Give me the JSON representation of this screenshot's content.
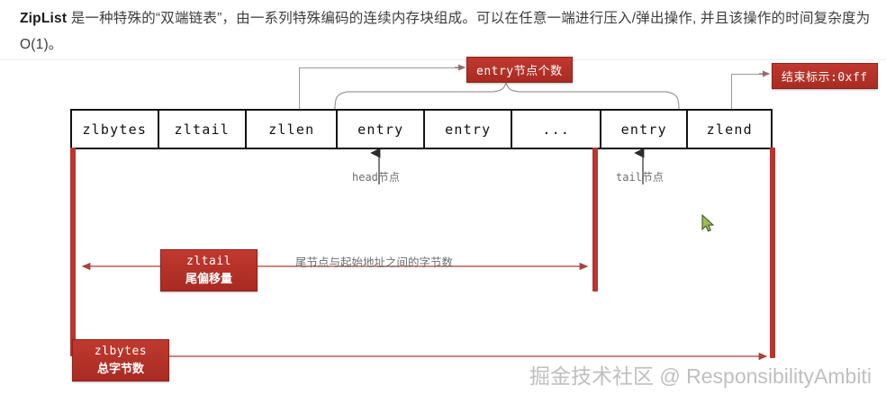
{
  "intro": {
    "bold_lead": "ZipList",
    "text": " 是一种特殊的“双端链表”，由一系列特殊编码的连续内存块组成。可以在任意一端进行压入/弹出操作, 并且该操作的时间复杂度为 O(1)。"
  },
  "diagram": {
    "cells": [
      {
        "label": "zlbytes",
        "width": 97
      },
      {
        "label": "zltail",
        "width": 98
      },
      {
        "label": "zllen",
        "width": 102
      },
      {
        "label": "entry",
        "width": 97
      },
      {
        "label": "entry",
        "width": 98
      },
      {
        "label": "...",
        "width": 99
      },
      {
        "label": "entry",
        "width": 97
      },
      {
        "label": "zlend",
        "width": 92
      }
    ],
    "callouts": {
      "entry_count": "entry节点个数",
      "end_marker": "结束标示:0xff",
      "zltail_line1": "zltail",
      "zltail_line2": "尾偏移量",
      "zlbytes_line1": "zlbytes",
      "zlbytes_line2": "总字节数"
    },
    "captions": {
      "head_node": "head节点",
      "tail_node": "tail节点",
      "tail_offset_desc": "尾节点与起始地址之间的字节数"
    },
    "colors": {
      "accent_red": "#b9352f",
      "tag_red": "#c0392f",
      "box_border": "#111111",
      "connector": "#b08a8a",
      "caption_grey": "#6e6e6e"
    }
  },
  "watermark": {
    "text": "掘金技术社区 @ ResponsibilityAmbiti"
  }
}
